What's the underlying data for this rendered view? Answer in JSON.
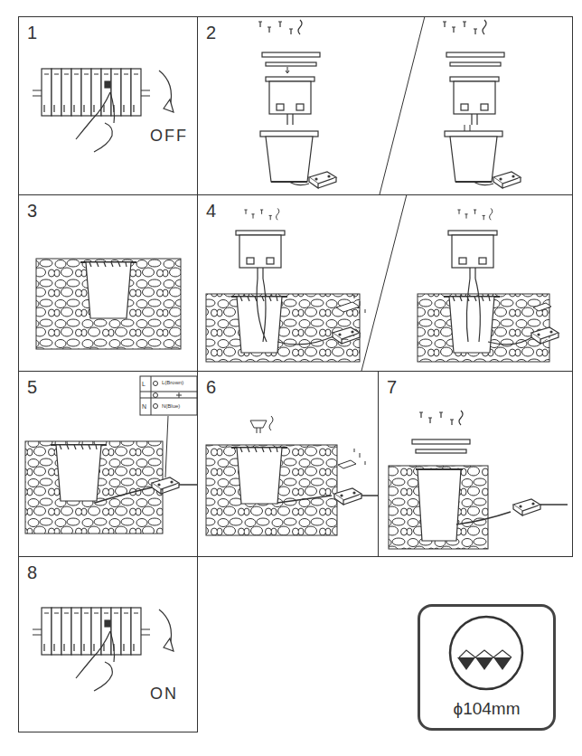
{
  "diagram": {
    "nodes": [
      {
        "text": [
          "1"
        ]
      },
      {
        "text": [
          "2"
        ]
      },
      {
        "text": [
          "3"
        ]
      },
      {
        "text": [
          "4"
        ]
      },
      {
        "text": [
          "5"
        ]
      },
      {
        "text": [
          "6"
        ]
      },
      {
        "text": [
          "7"
        ]
      },
      {
        "text": [
          "8"
        ]
      },
      {
        "text": [
          "ϕ104mm"
        ]
      }
    ],
    "labels": [
      "OFF",
      "L",
      "L(Brown)",
      "N(Blue)",
      "N",
      "ON"
    ]
  }
}
